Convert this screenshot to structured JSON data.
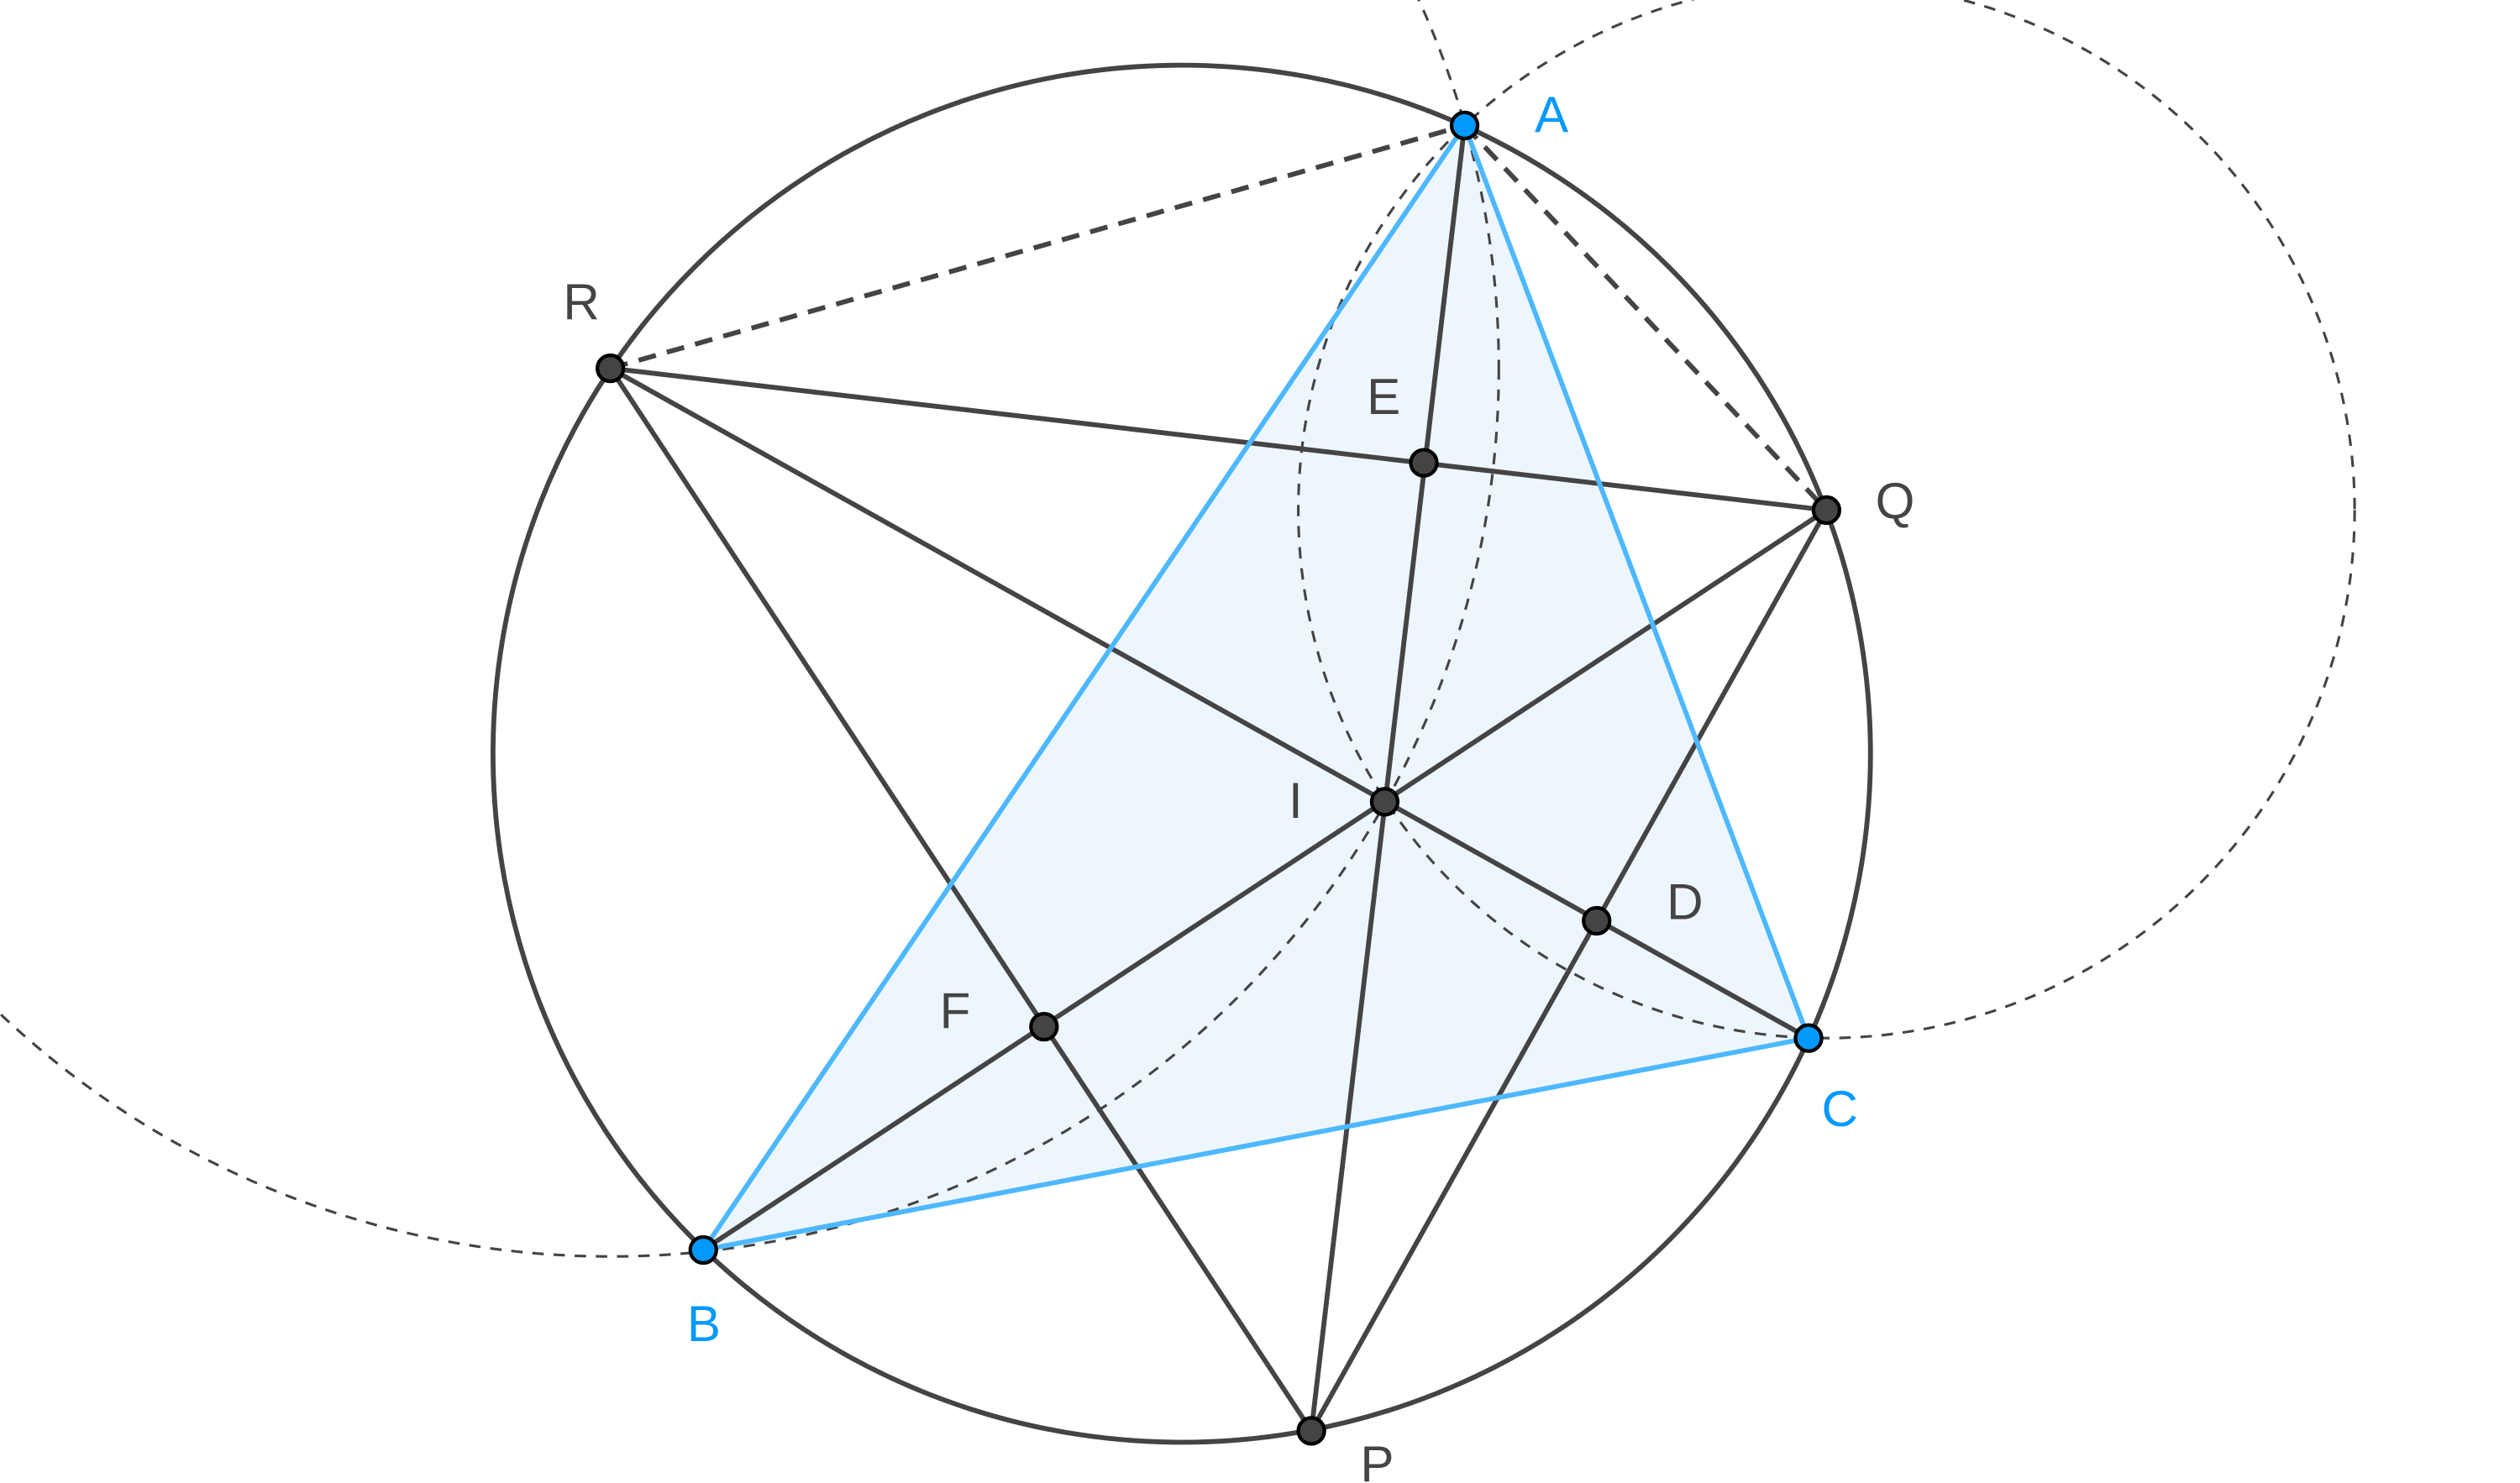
{
  "figure": {
    "points": {
      "A": "A",
      "B": "B",
      "C": "C",
      "D": "D",
      "E": "E",
      "F": "F",
      "I": "I",
      "P": "P",
      "Q": "Q",
      "R": "R"
    }
  },
  "colors": {
    "triangle_stroke": "#4db8ff",
    "triangle_fill": "#eef6fd",
    "free_point": "#0099ff",
    "dependent_point": "#444444",
    "line": "#444444"
  }
}
